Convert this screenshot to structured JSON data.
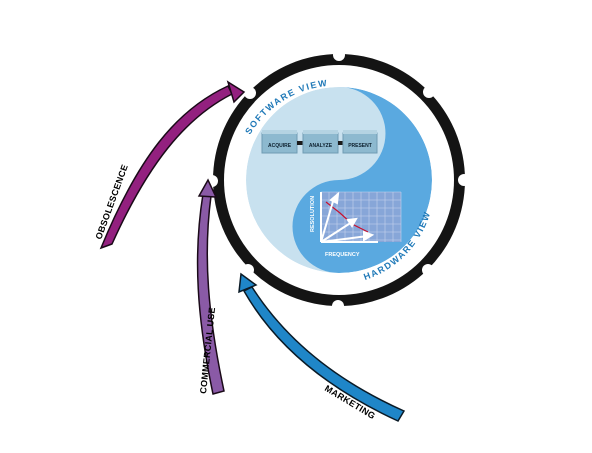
{
  "diagram": {
    "ring_labels": {
      "top": "SOFTWARE VIEW",
      "bottom": "HARDWARE VIEW"
    },
    "software_steps": [
      "ACQUIRE",
      "ANALYZE",
      "PRESENT"
    ],
    "hardware_axes": {
      "y_label": "RESOLUTION",
      "x_label": "FREQUENCY"
    },
    "forces": [
      {
        "label": "OBSOLESCENCE",
        "color": "#93207f"
      },
      {
        "label": "COMMERCIAL USE",
        "color": "#8a5aa6"
      },
      {
        "label": "MARKETING",
        "color": "#1f86c8"
      }
    ],
    "colors": {
      "ring": "#141414",
      "software_half": "#c8e1ef",
      "hardware_half": "#5aa9e0",
      "label_blue": "#1f79b8"
    }
  }
}
